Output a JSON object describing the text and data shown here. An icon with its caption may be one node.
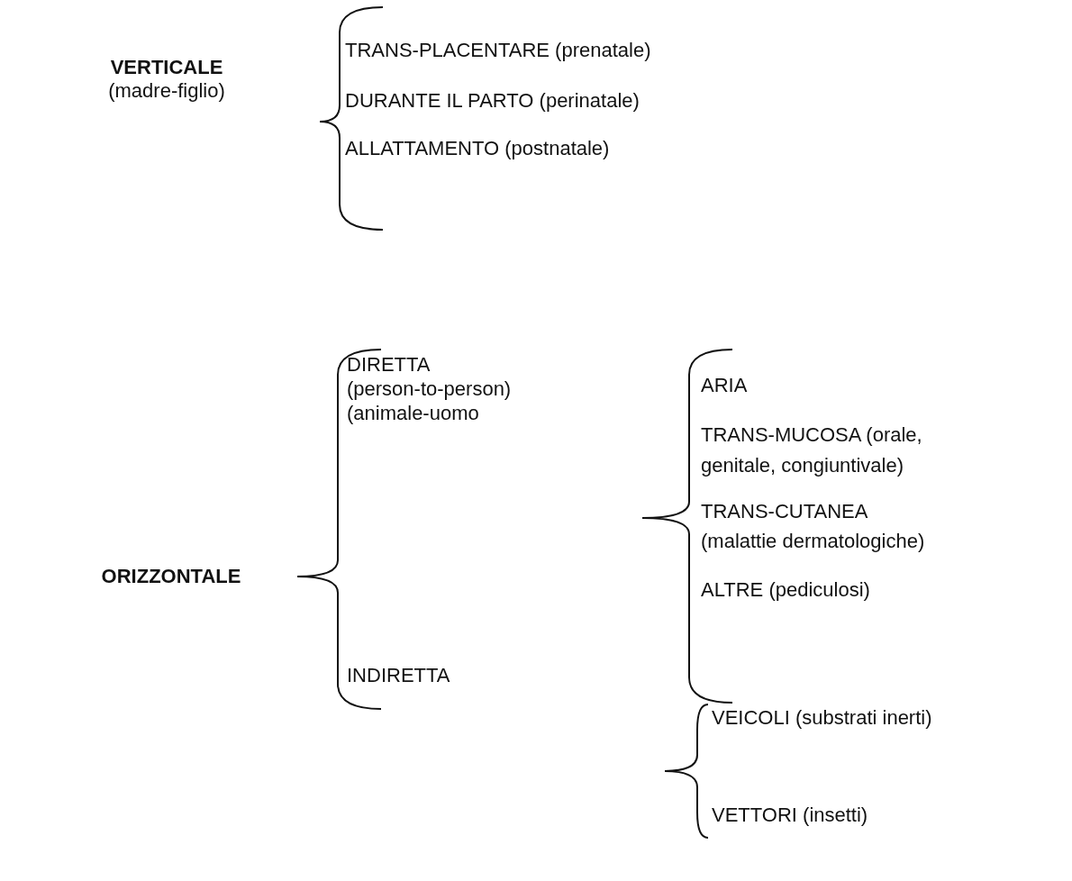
{
  "diagram": {
    "labels": [
      "VERTICALE",
      "(madre-figlio)",
      "TRANS-PLACENTARE (prenatale)",
      "DURANTE IL PARTO (perinatale)",
      "ALLATTAMENTO (postnatale)",
      "ORIZZONTALE",
      "DIRETTA",
      "(person-to-person)",
      "(animale-uomo",
      "ARIA",
      "TRANS-MUCOSA (orale, genitale, congiuntivale)",
      "TRANS-CUTANEA",
      "(malattie dermatologiche)",
      "ALTRE (pediculosi)",
      "INDIRETTA",
      "VEICOLI (substrati inerti)",
      "VETTORI (insetti)"
    ]
  }
}
